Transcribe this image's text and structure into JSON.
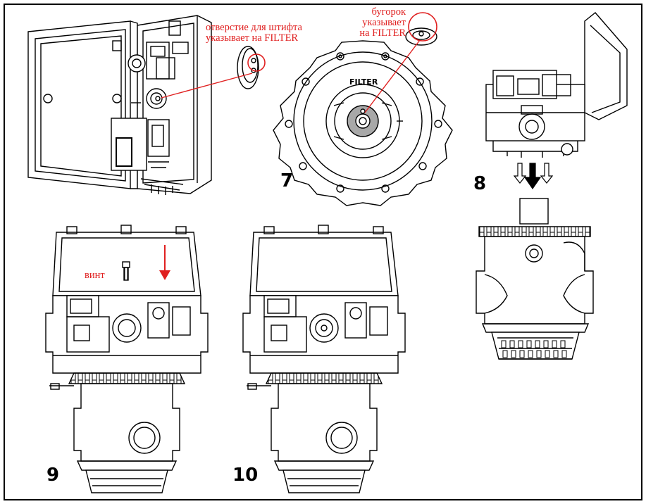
{
  "figure": {
    "step_labels": [
      "7",
      "8",
      "9",
      "10"
    ],
    "callouts": {
      "pin_hole_line1": "отверстие для штифта",
      "pin_hole_line2": "указывает на FILTER",
      "bump_line1": "бугорок указывает",
      "bump_line2": "на FILTER",
      "screw": "винт"
    },
    "dial_label": "FILTER"
  },
  "colors": {
    "line": "#000000",
    "annotation": "#e02020",
    "highlight_arrow": "#e02020",
    "dial_center": "#a8a8a8"
  }
}
